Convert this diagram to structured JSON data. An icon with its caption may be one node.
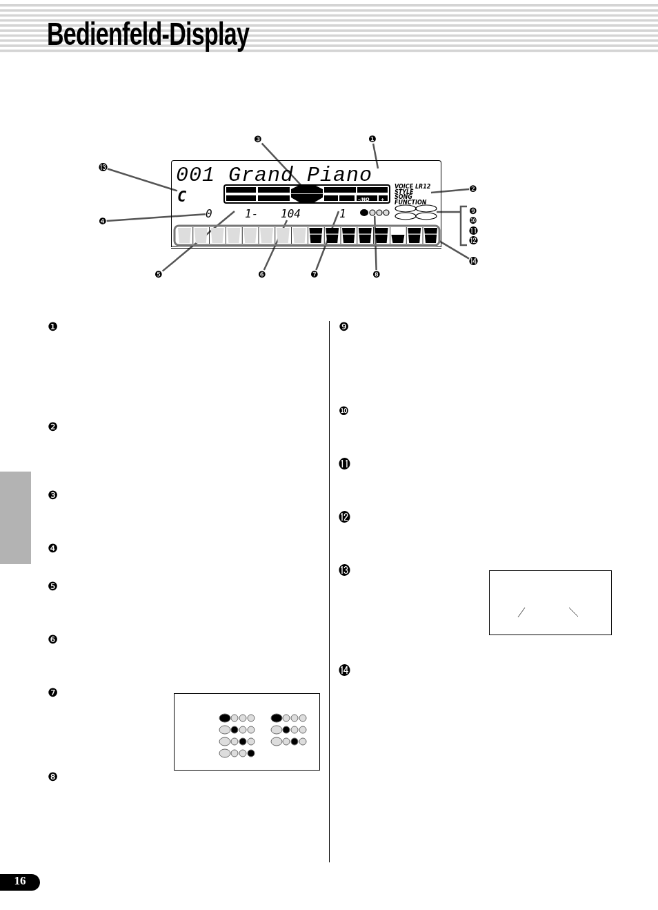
{
  "diagram": {
    "title": "Bedienfeld-Display",
    "nodes": [
      {
        "text": [
          "❸"
        ]
      },
      {
        "text": [
          "❶"
        ]
      },
      {
        "text": [
          "⓭"
        ]
      },
      {
        "text": [
          "❷"
        ]
      },
      {
        "text": [
          "❹"
        ]
      },
      {
        "text": [
          "❾"
        ]
      },
      {
        "text": [
          "❿"
        ]
      },
      {
        "text": [
          "⓫"
        ]
      },
      {
        "text": [
          "⓬"
        ]
      },
      {
        "text": [
          "⓮"
        ]
      },
      {
        "text": [
          "❺"
        ]
      },
      {
        "text": [
          "❻"
        ]
      },
      {
        "text": [
          "❼"
        ]
      },
      {
        "text": [
          "❽"
        ]
      },
      {
        "text": [],
        "shape": "screen"
      },
      {
        "text": [
          "001 Grand Piano"
        ],
        "in": 14
      },
      {
        "text": [
          "C"
        ],
        "in": 14
      },
      {
        "text": [],
        "shape": "octagon",
        "in": 14
      },
      {
        "text": [
          "VOICE LR12",
          "STYLE",
          "SONG",
          "FUNCTION"
        ],
        "in": 14
      },
      {
        "text": [],
        "shape": "ellipse",
        "in": 14
      },
      {
        "text": [
          "0"
        ],
        "in": 14
      },
      {
        "text": [
          "1-"
        ],
        "in": 14
      },
      {
        "text": [
          "104"
        ],
        "in": 14
      },
      {
        "text": [
          "1"
        ],
        "in": 14
      },
      {
        "text": [],
        "shape": "circle",
        "in": 14
      },
      {
        "text": [],
        "shape": "bar",
        "in": 14
      },
      {
        "text": [],
        "shape": "tab"
      }
    ],
    "edges": [
      {
        "from": 0,
        "to": 17,
        "arrow": "none"
      },
      {
        "from": 1,
        "to": 15,
        "arrow": "none"
      },
      {
        "from": 2,
        "to": 16,
        "arrow": "none"
      },
      {
        "from": 3,
        "to": 18,
        "arrow": "none"
      },
      {
        "from": 4,
        "to": 20,
        "arrow": "none"
      },
      {
        "from": 5,
        "to": 19,
        "arrow": "none"
      },
      {
        "from": 6,
        "to": 19,
        "arrow": "none"
      },
      {
        "from": 7,
        "to": 19,
        "arrow": "none"
      },
      {
        "from": 8,
        "to": 19,
        "arrow": "none"
      },
      {
        "from": 9,
        "to": 25,
        "arrow": "none"
      },
      {
        "from": 10,
        "to": 21,
        "arrow": "none"
      },
      {
        "from": 11,
        "to": 22,
        "arrow": "none"
      },
      {
        "from": 12,
        "to": 23,
        "arrow": "none"
      },
      {
        "from": 13,
        "to": 24,
        "arrow": "none"
      }
    ],
    "labels": [
      "–/NO",
      "+",
      "❶",
      "❷",
      "❸",
      "❹",
      "❺",
      "❻",
      "❼",
      "❽",
      "❾",
      "❿",
      "⓫",
      "⓬",
      "⓭",
      "⓮",
      "16"
    ]
  }
}
